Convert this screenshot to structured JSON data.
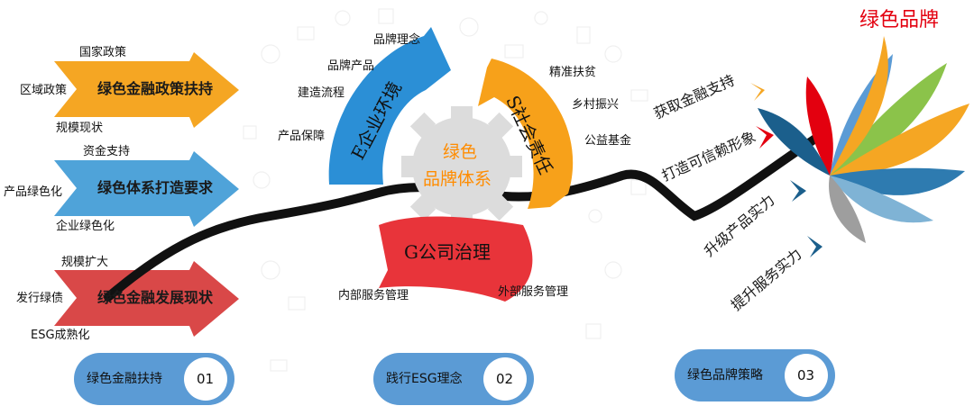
{
  "brand_title": "绿色品牌",
  "center": {
    "line1": "绿色",
    "line2": "品牌体系"
  },
  "left_arrows": [
    {
      "label": "绿色金融政策扶持",
      "color": "#f5a623",
      "items": [
        "国家政策",
        "区域政策",
        "规模现状"
      ]
    },
    {
      "label": "绿色体系打造要求",
      "color": "#4fa3d9",
      "items": [
        "资金支持",
        "产品绿色化",
        "企业绿色化"
      ]
    },
    {
      "label": "绿色金融发展现状",
      "color": "#d94848",
      "items": [
        "规模扩大",
        "发行绿债",
        "ESG成熟化"
      ]
    }
  ],
  "esg": {
    "e": {
      "label": "E企业环境",
      "color": "#2b8fd6",
      "items": [
        "品牌理念",
        "品牌产品",
        "建造流程",
        "产品保障"
      ]
    },
    "s": {
      "label": "S社会责任",
      "color": "#f7a11a",
      "items": [
        "精准扶贫",
        "乡村振兴",
        "公益基金"
      ]
    },
    "g": {
      "label": "G公司治理",
      "color": "#e8343a",
      "items": [
        "内部服务管理",
        "外部服务管理"
      ]
    }
  },
  "strategies": [
    {
      "label": "获取金融支持",
      "color": "#f5a623"
    },
    {
      "label": "打造可信赖形象",
      "color": "#e3000f"
    },
    {
      "label": "升级产品实力",
      "color": "#1b5f8c"
    },
    {
      "label": "提升服务实力",
      "color": "#1b5f8c"
    }
  ],
  "pills": [
    {
      "label": "绿色金融扶持",
      "number": "01"
    },
    {
      "label": "践行ESG理念",
      "number": "02"
    },
    {
      "label": "绿色品牌策略",
      "number": "03"
    }
  ]
}
